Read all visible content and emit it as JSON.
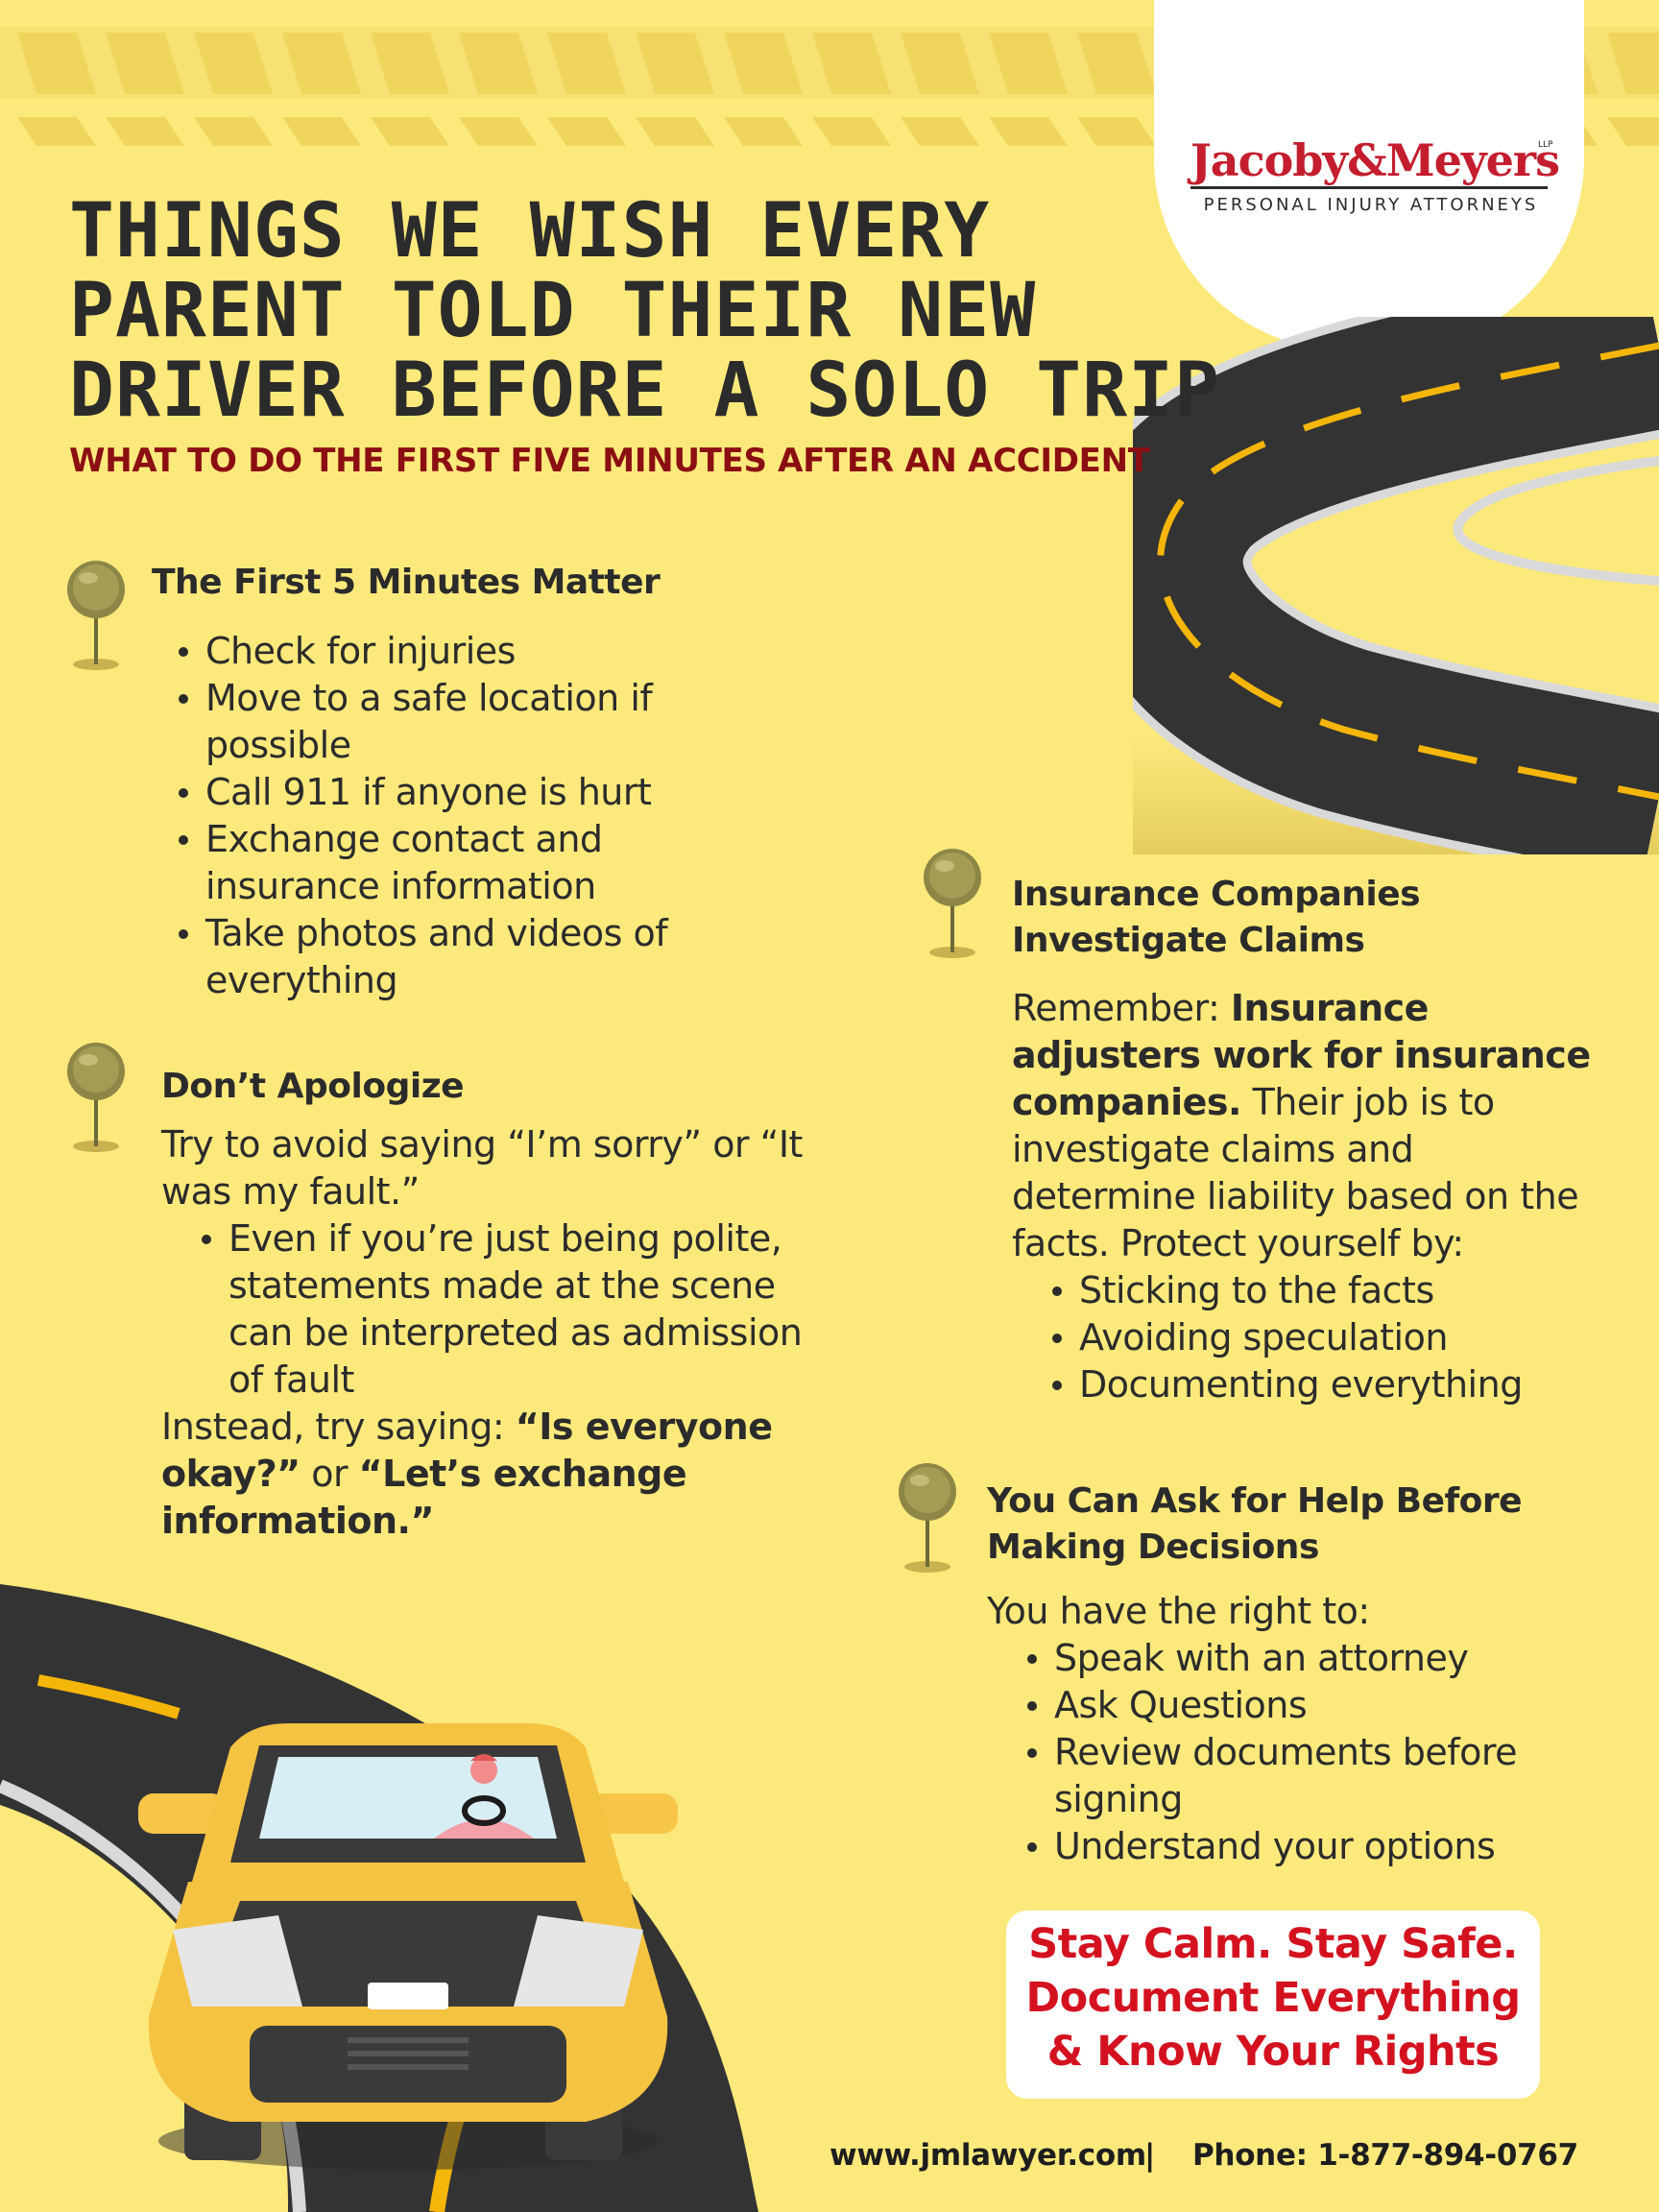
{
  "colors": {
    "background": "#fce97c",
    "title": "#2b2b2b",
    "subtitle": "#8b0e12",
    "road": "#2f2f2f",
    "road_dash": "#f5b60a",
    "callout_text": "#d4121f",
    "logo_red": "#c41e2e"
  },
  "logo": {
    "name_left": "Jacoby",
    "ampersand": "&",
    "name_right": "Meyers",
    "llp": "LLP",
    "tagline": "PERSONAL INJURY ATTORNEYS"
  },
  "header": {
    "title_lines": [
      "THINGS WE WISH EVERY",
      "PARENT TOLD THEIR NEW",
      "DRIVER BEFORE A SOLO TRIP"
    ],
    "subtitle": "WHAT TO DO THE FIRST FIVE MINUTES AFTER AN ACCIDENT"
  },
  "sections": {
    "first_five": {
      "heading": "The First 5 Minutes Matter",
      "bullets": [
        "Check for injuries",
        "Move to a safe location if possible",
        "Call 911 if anyone is hurt",
        "Exchange contact and insurance information",
        "Take photos and videos of everything"
      ]
    },
    "apologize": {
      "heading": "Don’t Apologize",
      "intro": "Try to avoid saying “I’m sorry” or “It was my fault.”",
      "bullets": [
        "Even if you’re just being polite, statements made at the scene can be interpreted as admission of fault"
      ],
      "instead_prefix": "Instead, try saying: ",
      "quote_1": "“Is everyone okay?”",
      "or_text": " or ",
      "quote_2": "“Let’s exchange information.”"
    },
    "insurance": {
      "heading": "Insurance Companies Investigate Claims",
      "remember_prefix": "Remember: ",
      "remember_bold": "Insurance adjusters work for insurance companies.",
      "remember_rest": " Their job is to investigate claims and determine liability based on the facts. Protect yourself by:",
      "bullets": [
        "Sticking to the facts",
        "Avoiding speculation",
        "Documenting everything"
      ]
    },
    "help": {
      "heading": "You Can Ask for Help Before Making Decisions",
      "intro": "You have the right to:",
      "bullets": [
        "Speak with an attorney",
        "Ask Questions",
        "Review documents before signing",
        "Understand your options"
      ]
    }
  },
  "callout": {
    "lines": [
      "Stay Calm. Stay Safe.",
      "Document Everything",
      "& Know Your Rights"
    ]
  },
  "footer": {
    "website": "www.jmlawyer.com",
    "separator": "|",
    "phone": "Phone: 1-877-894-0767"
  }
}
